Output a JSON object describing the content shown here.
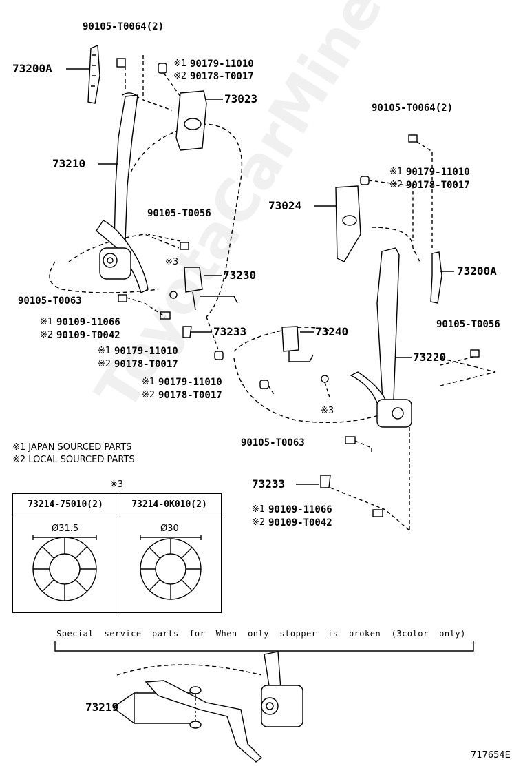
{
  "diagram_id": "717654E",
  "watermark": "ToyotaCarMine.ru",
  "parts": {
    "bolt_top_left": "90105-T0064(2)",
    "anchor_left": "73200A",
    "nut_top_left_j": "90179-11010",
    "nut_top_left_l": "90178-T0017",
    "cover_left": "73023",
    "belt_left": "73210",
    "bolt_mid_left": "90105-T0056",
    "buckle_left": "73230",
    "mark3_left": "※3",
    "bolt_lower_left": "90105-T0063",
    "bolt_b_j": "90109-11066",
    "bolt_b_l": "90109-T0042",
    "cap_left": "73233",
    "nut_c_j": "90179-11010",
    "nut_c_l": "90178-T0017",
    "nut_d_j": "90179-11010",
    "nut_d_l": "90178-T0017",
    "bolt_top_right": "90105-T0064(2)",
    "nut_top_right_j": "90179-11010",
    "nut_top_right_l": "90178-T0017",
    "cover_right": "73024",
    "anchor_right": "73200A",
    "buckle_right": "73240",
    "bolt_right_mid": "90105-T0056",
    "belt_right": "73220",
    "mark3_right": "※3",
    "bolt_lower_right": "90105-T0063",
    "cap_right": "73233",
    "bolt_e_j": "90109-11066",
    "bolt_e_l": "90109-T0042",
    "stopper": "73219"
  },
  "markers": {
    "m1": "※1",
    "m2": "※2",
    "m3": "※3"
  },
  "legend": {
    "japan": "※1 JAPAN SOURCED PARTS",
    "local": "※2 LOCAL SOURCED PARTS"
  },
  "table": {
    "title": "※3",
    "col1_header": "73214-75010(2)",
    "col2_header": "73214-0K010(2)",
    "col1_dim": "Ø31.5",
    "col2_dim": "Ø30"
  },
  "special_note": "Special  service  parts  for  When  only  stopper  is  broken  (3color  only)"
}
